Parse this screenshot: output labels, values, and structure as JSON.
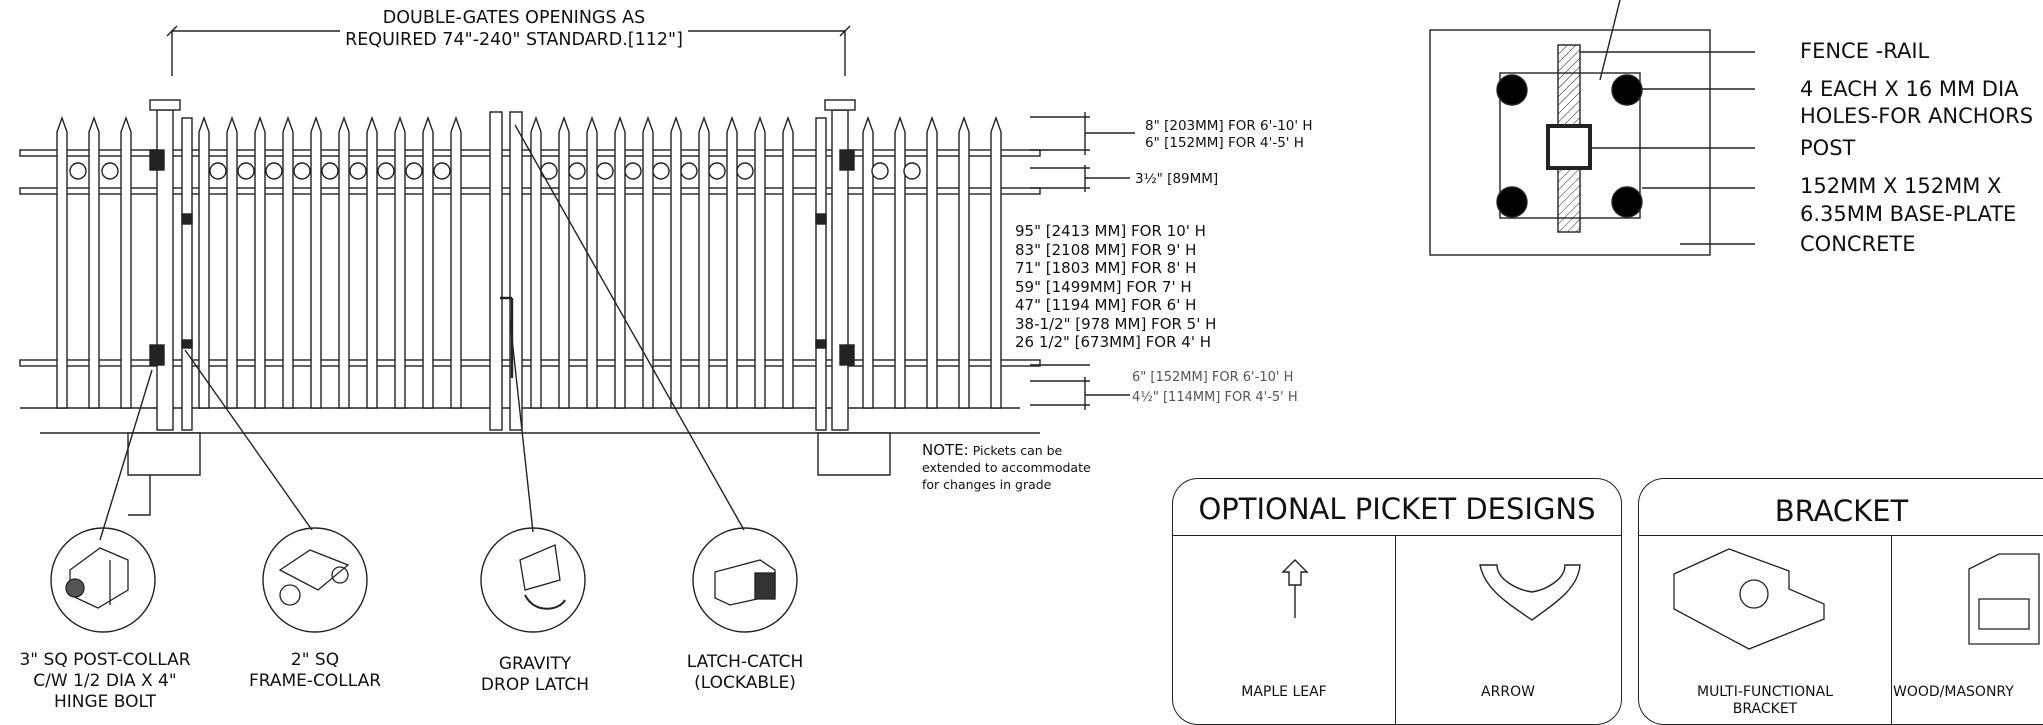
{
  "top_dimension": {
    "line1": "DOUBLE-GATES OPENINGS AS",
    "line2": "REQUIRED 74\"-240\" STANDARD.[112\"]"
  },
  "right_dims": {
    "top1": "8\" [203MM] FOR 6'-10' H",
    "top2": "6\" [152MM] FOR 4'-5' H",
    "rail_gap": "3½\" [89MM]",
    "heights": [
      "95\" [2413 MM] FOR 10' H",
      "83\" [2108 MM] FOR 9' H",
      "71\" [1803 MM] FOR 8' H",
      "59\" [1499MM] FOR 7' H",
      "47\" [1194 MM] FOR 6' H",
      "38-1/2\" [978 MM] FOR 5' H",
      "26 1/2\" [673MM] FOR 4' H"
    ],
    "bottom1": "6\" [152MM] FOR 6'-10' H",
    "bottom2": "4½\" [114MM] FOR 4'-5' H"
  },
  "note": {
    "label": "NOTE:",
    "text": "Pickets can be",
    "line2": "extended to accommodate",
    "line3": "for changes in grade"
  },
  "details": [
    {
      "line1": "3\" SQ POST-COLLAR",
      "line2": "C/W 1/2 DIA X 4\"",
      "line3": "HINGE BOLT"
    },
    {
      "line1": "2\" SQ",
      "line2": "FRAME-COLLAR"
    },
    {
      "line1": "GRAVITY",
      "line2": "DROP LATCH"
    },
    {
      "line1": "LATCH-CATCH",
      "line2": "(LOCKABLE)"
    }
  ],
  "baseplate_labels": {
    "rail": "FENCE -RAIL",
    "holes1": "4 EACH X 16 MM DIA",
    "holes2": "HOLES-FOR ANCHORS",
    "post": "POST",
    "plate1": "152MM X 152MM X",
    "plate2": "6.35MM BASE-PLATE",
    "concrete": "CONCRETE"
  },
  "picket_panel": {
    "title": "OPTIONAL PICKET DESIGNS",
    "items": [
      "MAPLE LEAF",
      "ARROW"
    ]
  },
  "bracket_panel": {
    "title": "BRACKET",
    "items": [
      "MULTI-FUNCTIONAL",
      "BRACKET",
      "WOOD/MASONRY"
    ]
  }
}
